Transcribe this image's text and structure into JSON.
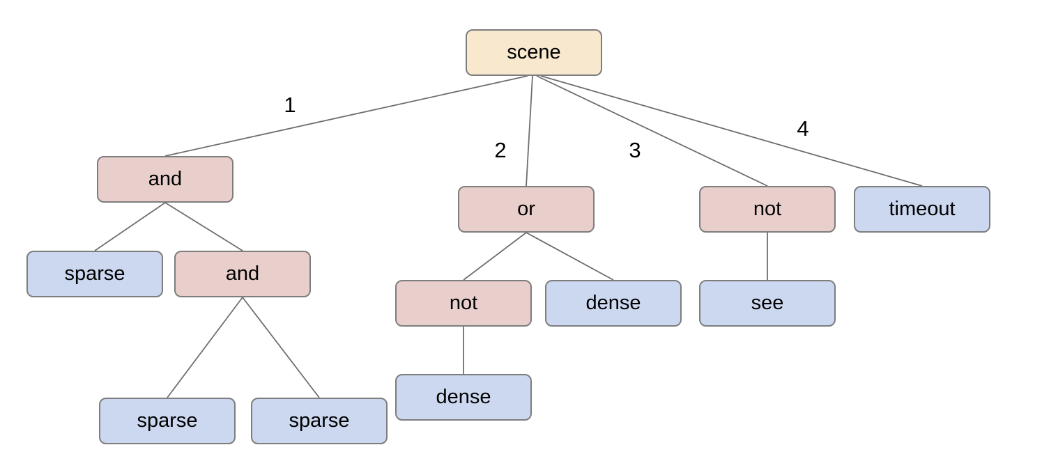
{
  "diagram": {
    "type": "tree",
    "colors": {
      "root_fill": "#f7e8ce",
      "operator_fill": "#e9cfcc",
      "leaf_fill": "#ccd8f0",
      "node_border": "#7d7d7d",
      "edge_line": "#6e6e6e",
      "text": "#000000",
      "background": "#ffffff"
    },
    "nodes": [
      {
        "id": "scene",
        "label": "scene",
        "role": "root"
      },
      {
        "id": "and-1",
        "label": "and",
        "role": "operator"
      },
      {
        "id": "or",
        "label": "or",
        "role": "operator"
      },
      {
        "id": "not-1",
        "label": "not",
        "role": "operator"
      },
      {
        "id": "timeout",
        "label": "timeout",
        "role": "leaf"
      },
      {
        "id": "sparse-1",
        "label": "sparse",
        "role": "leaf"
      },
      {
        "id": "and-2",
        "label": "and",
        "role": "operator"
      },
      {
        "id": "not-2",
        "label": "not",
        "role": "operator"
      },
      {
        "id": "dense-1",
        "label": "dense",
        "role": "leaf"
      },
      {
        "id": "see",
        "label": "see",
        "role": "leaf"
      },
      {
        "id": "dense-2",
        "label": "dense",
        "role": "leaf"
      },
      {
        "id": "sparse-2",
        "label": "sparse",
        "role": "leaf"
      },
      {
        "id": "sparse-3",
        "label": "sparse",
        "role": "leaf"
      }
    ],
    "edges": [
      {
        "from": "scene",
        "to": "and-1",
        "label": "1"
      },
      {
        "from": "scene",
        "to": "or",
        "label": "2"
      },
      {
        "from": "scene",
        "to": "not-1",
        "label": "3"
      },
      {
        "from": "scene",
        "to": "timeout",
        "label": "4"
      },
      {
        "from": "and-1",
        "to": "sparse-1",
        "label": ""
      },
      {
        "from": "and-1",
        "to": "and-2",
        "label": ""
      },
      {
        "from": "and-2",
        "to": "sparse-2",
        "label": ""
      },
      {
        "from": "and-2",
        "to": "sparse-3",
        "label": ""
      },
      {
        "from": "or",
        "to": "not-2",
        "label": ""
      },
      {
        "from": "or",
        "to": "dense-1",
        "label": ""
      },
      {
        "from": "not-2",
        "to": "dense-2",
        "label": ""
      },
      {
        "from": "not-1",
        "to": "see",
        "label": ""
      }
    ]
  }
}
